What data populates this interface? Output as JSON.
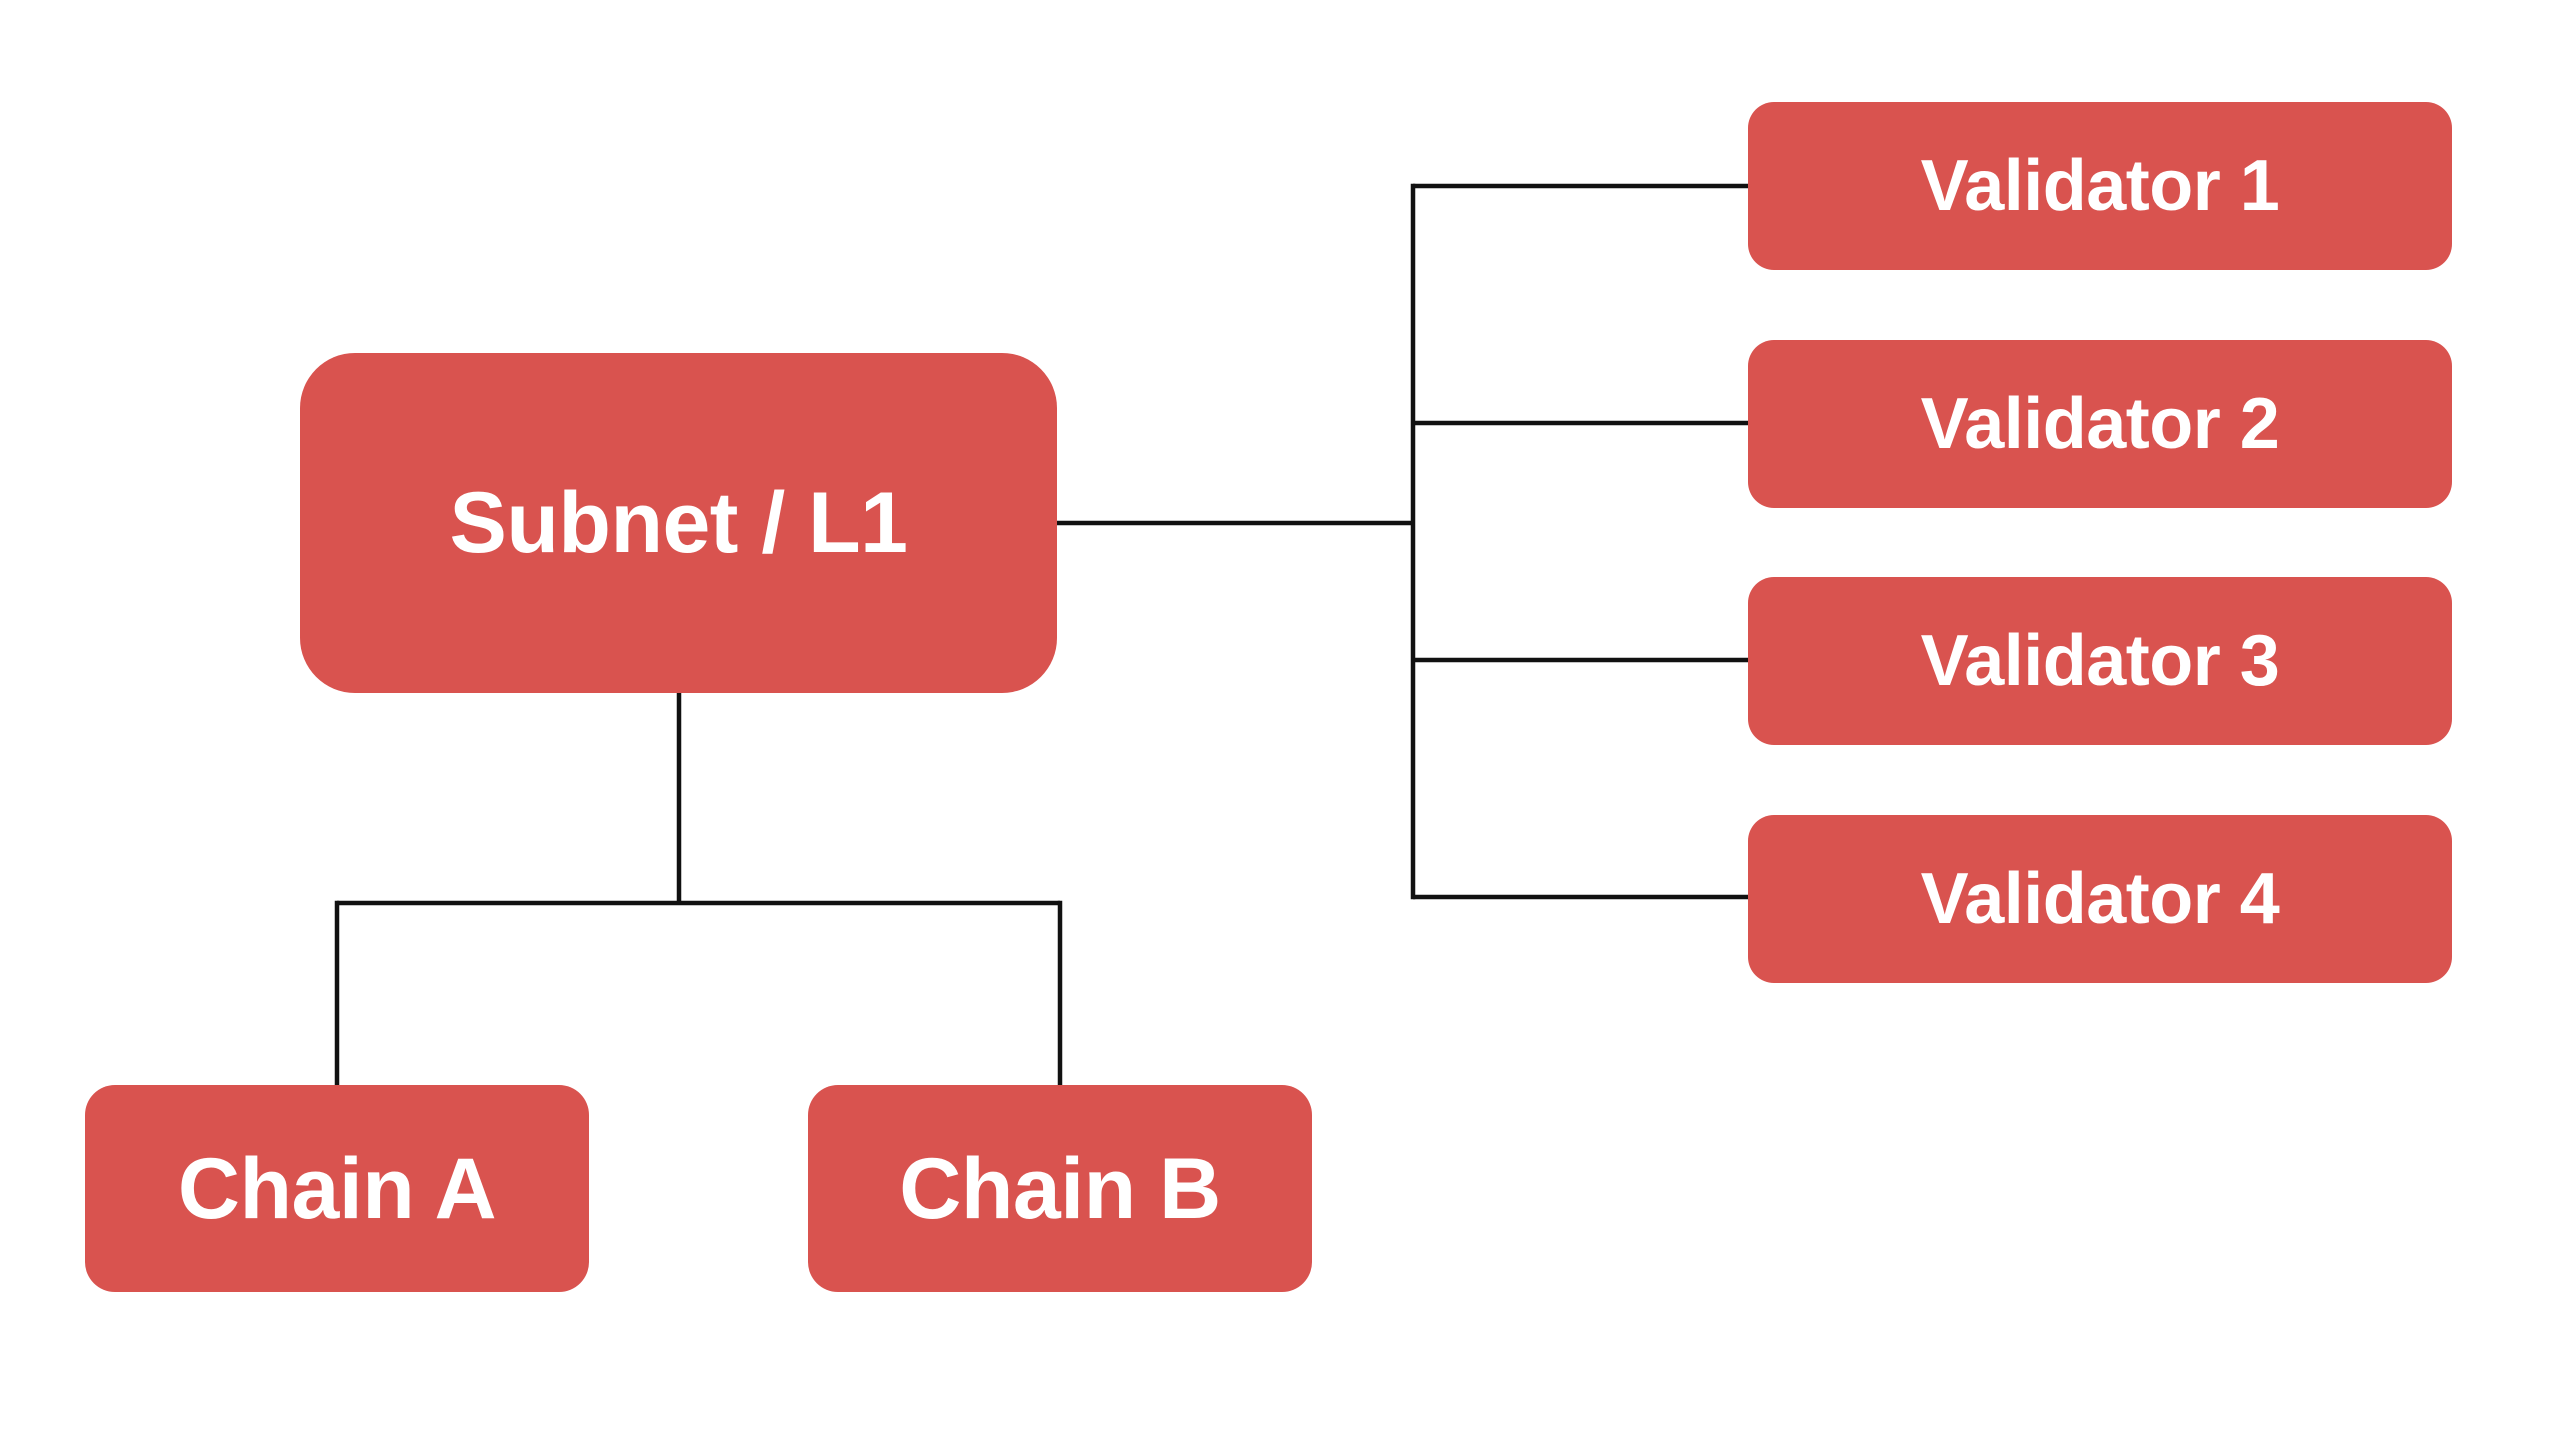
{
  "diagram": {
    "nodes": {
      "subnet": {
        "label": "Subnet / L1"
      },
      "validators": [
        {
          "label": "Validator 1"
        },
        {
          "label": "Validator 2"
        },
        {
          "label": "Validator 3"
        },
        {
          "label": "Validator 4"
        }
      ],
      "chains": [
        {
          "label": "Chain A"
        },
        {
          "label": "Chain B"
        }
      ]
    },
    "edges": [
      {
        "from": "Subnet / L1",
        "to": "Validator 1"
      },
      {
        "from": "Subnet / L1",
        "to": "Validator 2"
      },
      {
        "from": "Subnet / L1",
        "to": "Validator 3"
      },
      {
        "from": "Subnet / L1",
        "to": "Validator 4"
      },
      {
        "from": "Subnet / L1",
        "to": "Chain A"
      },
      {
        "from": "Subnet / L1",
        "to": "Chain B"
      }
    ],
    "colors": {
      "node_fill": "#d9534f",
      "node_text": "#ffffff",
      "line": "#111111",
      "background": "#ffffff"
    }
  }
}
